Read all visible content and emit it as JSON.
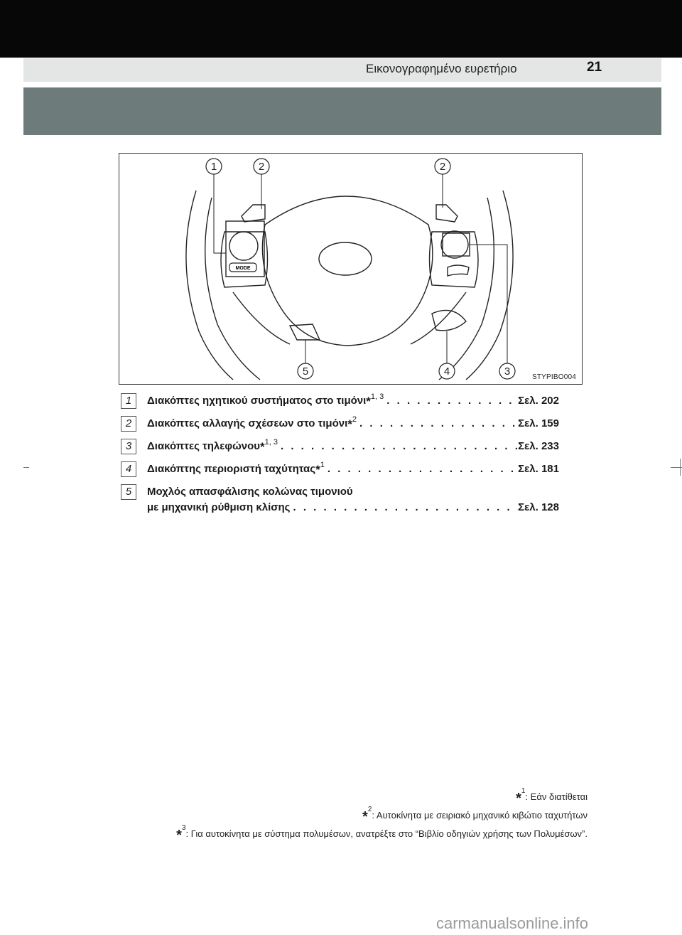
{
  "header": {
    "title": "Εικονογραφημένο ευρετήριο",
    "page_number": "21"
  },
  "figure": {
    "id": "STYPIBO004",
    "callouts": [
      "1",
      "2",
      "2",
      "3",
      "4",
      "5"
    ],
    "mode_label": "MODE"
  },
  "items": [
    {
      "num": "1",
      "text": "Διακόπτες ηχητικού συστήματος στο τιμόνι",
      "star": "*",
      "sup": "1, 3",
      "page": "Σελ. 202"
    },
    {
      "num": "2",
      "text": "Διακόπτες αλλαγής σχέσεων στο τιμόνι",
      "star": "*",
      "sup": "2",
      "page": "Σελ. 159"
    },
    {
      "num": "3",
      "text": "Διακόπτες τηλεφώνου",
      "star": "*",
      "sup": "1, 3",
      "page": "Σελ. 233"
    },
    {
      "num": "4",
      "text": "Διακόπτης περιοριστή ταχύτητας",
      "star": "*",
      "sup": "1",
      "page": "Σελ. 181"
    },
    {
      "num": "5",
      "line1": "Μοχλός απασφάλισης κολώνας τιμονιού",
      "text": "με μηχανική ρύθμιση κλίσης",
      "page": "Σελ. 128"
    }
  ],
  "footnotes": [
    {
      "star": "*",
      "sup": "1",
      "text": ": Εάν διατίθεται"
    },
    {
      "star": "*",
      "sup": "2",
      "text": ": Αυτοκίνητα με σειριακό μηχανικό κιβώτιο ταχυτήτων"
    },
    {
      "star": "*",
      "sup": "3",
      "text": ": Για αυτοκίνητα με σύστημα πολυμέσων, ανατρέξτε στο “Βιβλίο οδηγιών χρήσης των Πολυμέσων”."
    }
  ],
  "watermark": "carmanualsonline.info"
}
